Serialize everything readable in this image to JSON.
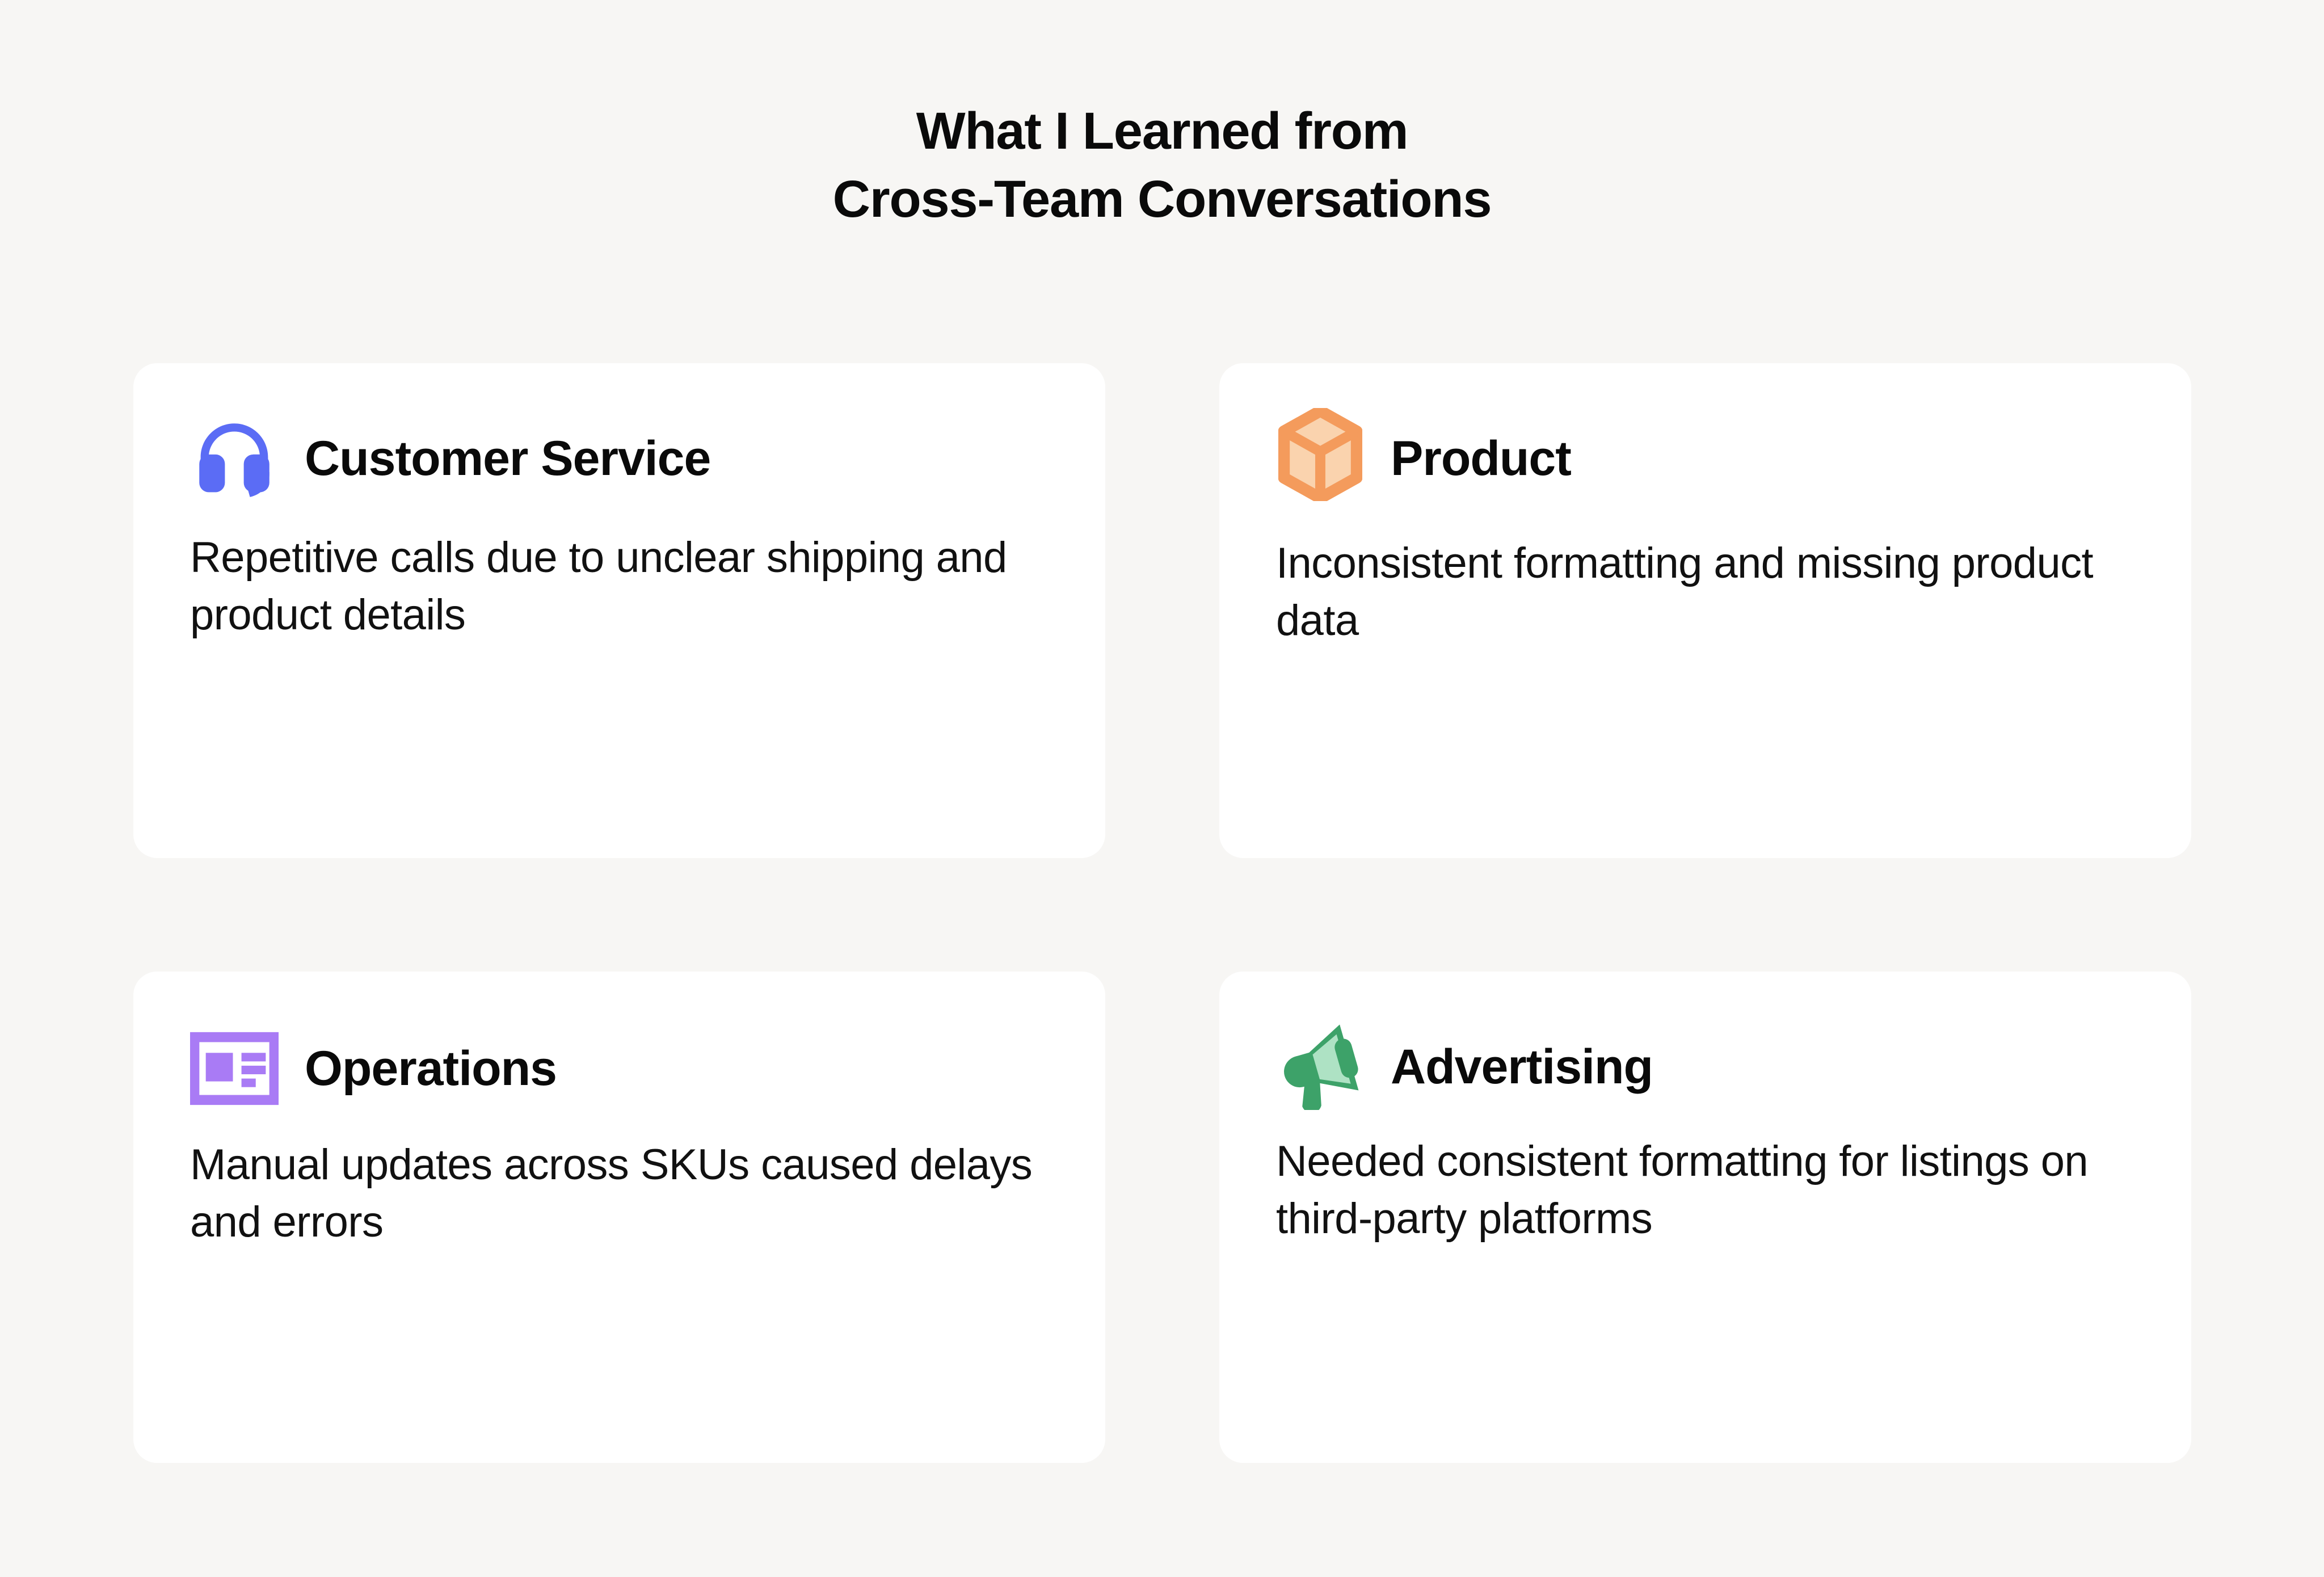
{
  "page": {
    "background_color": "#F7F6F4",
    "card_color": "#FFFFFF",
    "text_color": "#0A0A0A"
  },
  "header": {
    "title_line1": "What I Learned from",
    "title_line2": "Cross-Team Conversations"
  },
  "cards": [
    {
      "id": "customer-service",
      "icon": "headset-icon",
      "icon_color": "#5B6CF5",
      "title": "Customer Service",
      "body": "Repetitive calls due to unclear shipping and product details"
    },
    {
      "id": "product",
      "icon": "box-cube-icon",
      "icon_color": "#F49B5C",
      "icon_fill_color": "#FAD3AE",
      "title": "Product",
      "body": "Inconsistent formatting and missing product data"
    },
    {
      "id": "operations",
      "icon": "layout-list-icon",
      "icon_color": "#A97BF5",
      "title": "Operations",
      "body": "Manual updates across SKUs caused delays and errors"
    },
    {
      "id": "advertising",
      "icon": "megaphone-icon",
      "icon_color": "#3DA269",
      "icon_fill_color": "#AEE2C4",
      "title": "Advertising",
      "body": "Needed consistent formatting for listings on third-party platforms"
    }
  ]
}
